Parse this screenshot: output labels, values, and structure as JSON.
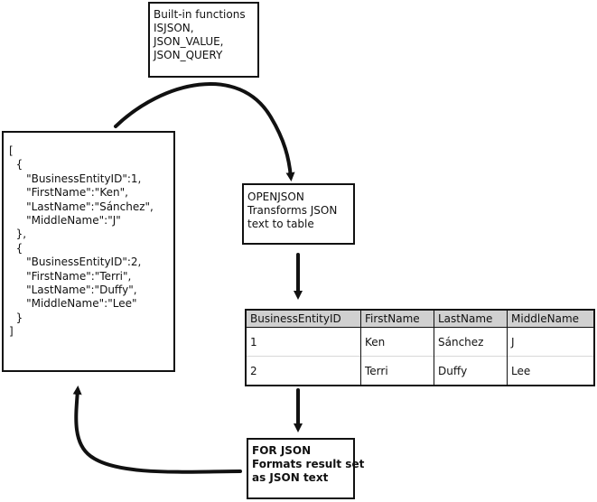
{
  "builtins": {
    "lines": [
      "Built-in functions",
      "ISJSON,",
      "JSON_VALUE,",
      "JSON_QUERY"
    ]
  },
  "json_text": {
    "lines": [
      "[",
      "  {",
      "     \"BusinessEntityID\":1,",
      "     \"FirstName\":\"Ken\",",
      "     \"LastName\":\"Sánchez\",",
      "     \"MiddleName\":\"J\"",
      "  },",
      "  {",
      "     \"BusinessEntityID\":2,",
      "     \"FirstName\":\"Terri\",",
      "     \"LastName\":\"Duffy\",",
      "     \"MiddleName\":\"Lee\"",
      "  }",
      "]"
    ]
  },
  "openjson": {
    "lines": [
      "OPENJSON",
      "Transforms JSON",
      "text to table"
    ]
  },
  "table": {
    "headers": [
      "BusinessEntityID",
      "FirstName",
      "LastName",
      "MiddleName"
    ],
    "rows": [
      [
        "1",
        "Ken",
        "Sánchez",
        "J"
      ],
      [
        "2",
        "Terri",
        "Duffy",
        "Lee"
      ]
    ]
  },
  "forjson": {
    "lines": [
      "FOR JSON",
      "Formats result set",
      "as JSON text"
    ]
  },
  "colors": {
    "stroke": "#111111",
    "header_bg": "#d0d0d0"
  }
}
